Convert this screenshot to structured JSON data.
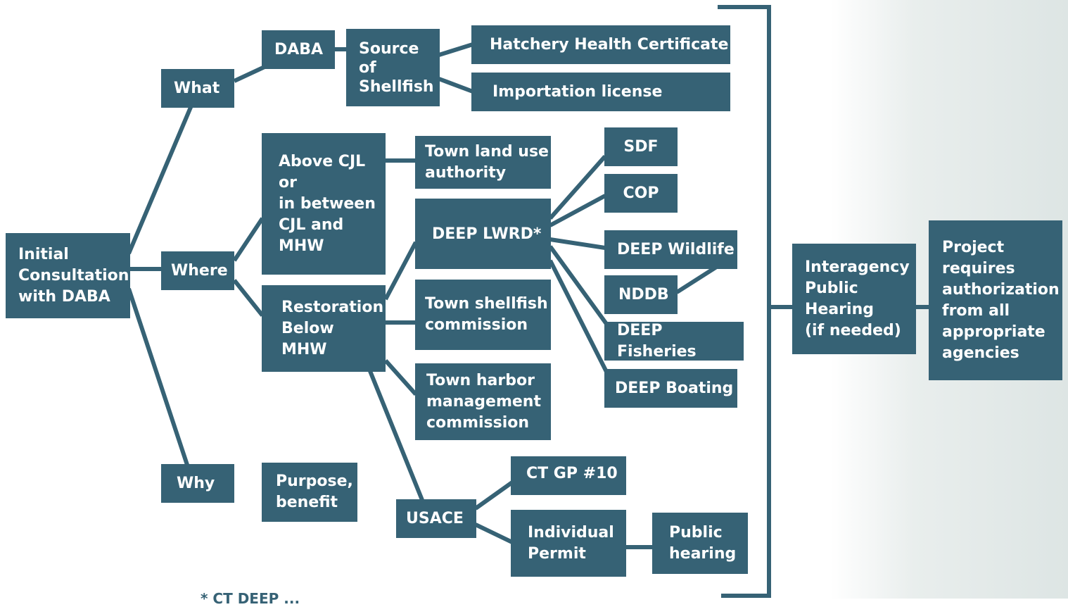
{
  "colors": {
    "box": "#366275",
    "line": "#366275",
    "text": "#ffffff"
  },
  "nodes": {
    "initial": "Initial\nConsultation\nwith DABA",
    "what": "What",
    "where": "Where",
    "why": "Why",
    "daba": "DABA",
    "source": "Source\nof\nShellfish",
    "hatchery": "Hatchery Health Certificate",
    "importation": "Importation license",
    "above_cjl": "Above CJL\nor\nin between\nCJL and\nMHW",
    "town_land": "Town land use\nauthority",
    "restoration": "Restoration\nBelow\nMHW",
    "deep_lwrd": "DEEP LWRD*",
    "sdf": "SDF",
    "cop": "COP",
    "deep_wildlife": "DEEP Wildlife",
    "nddb": "NDDB",
    "deep_fisheries": "DEEP Fisheries",
    "deep_boating": "DEEP Boating",
    "town_shellfish": "Town shellfish\ncommission",
    "town_harbor": "Town harbor\nmanagement\ncommission",
    "usace": "USACE",
    "ct_gp10": "CT GP #10",
    "individual_permit": "Individual\nPermit",
    "public_hearing": "Public\nhearing",
    "purpose": "Purpose,\nbenefit",
    "interagency": "Interagency\nPublic\nHearing\n(if needed)",
    "project": "Project\nrequires\nauthorization\nfrom all\nappropriate\nagencies"
  },
  "footnote": "* CT DEEP ..."
}
